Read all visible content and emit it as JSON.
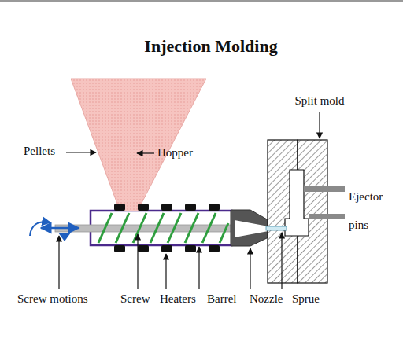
{
  "diagram": {
    "title": "Injection Molding",
    "labels": [
      "Pellets",
      "Hopper",
      "Split mold",
      "Ejector pins",
      "Screw motions",
      "Screw",
      "Heaters",
      "Barrel",
      "Nozzle",
      "Sprue"
    ]
  }
}
